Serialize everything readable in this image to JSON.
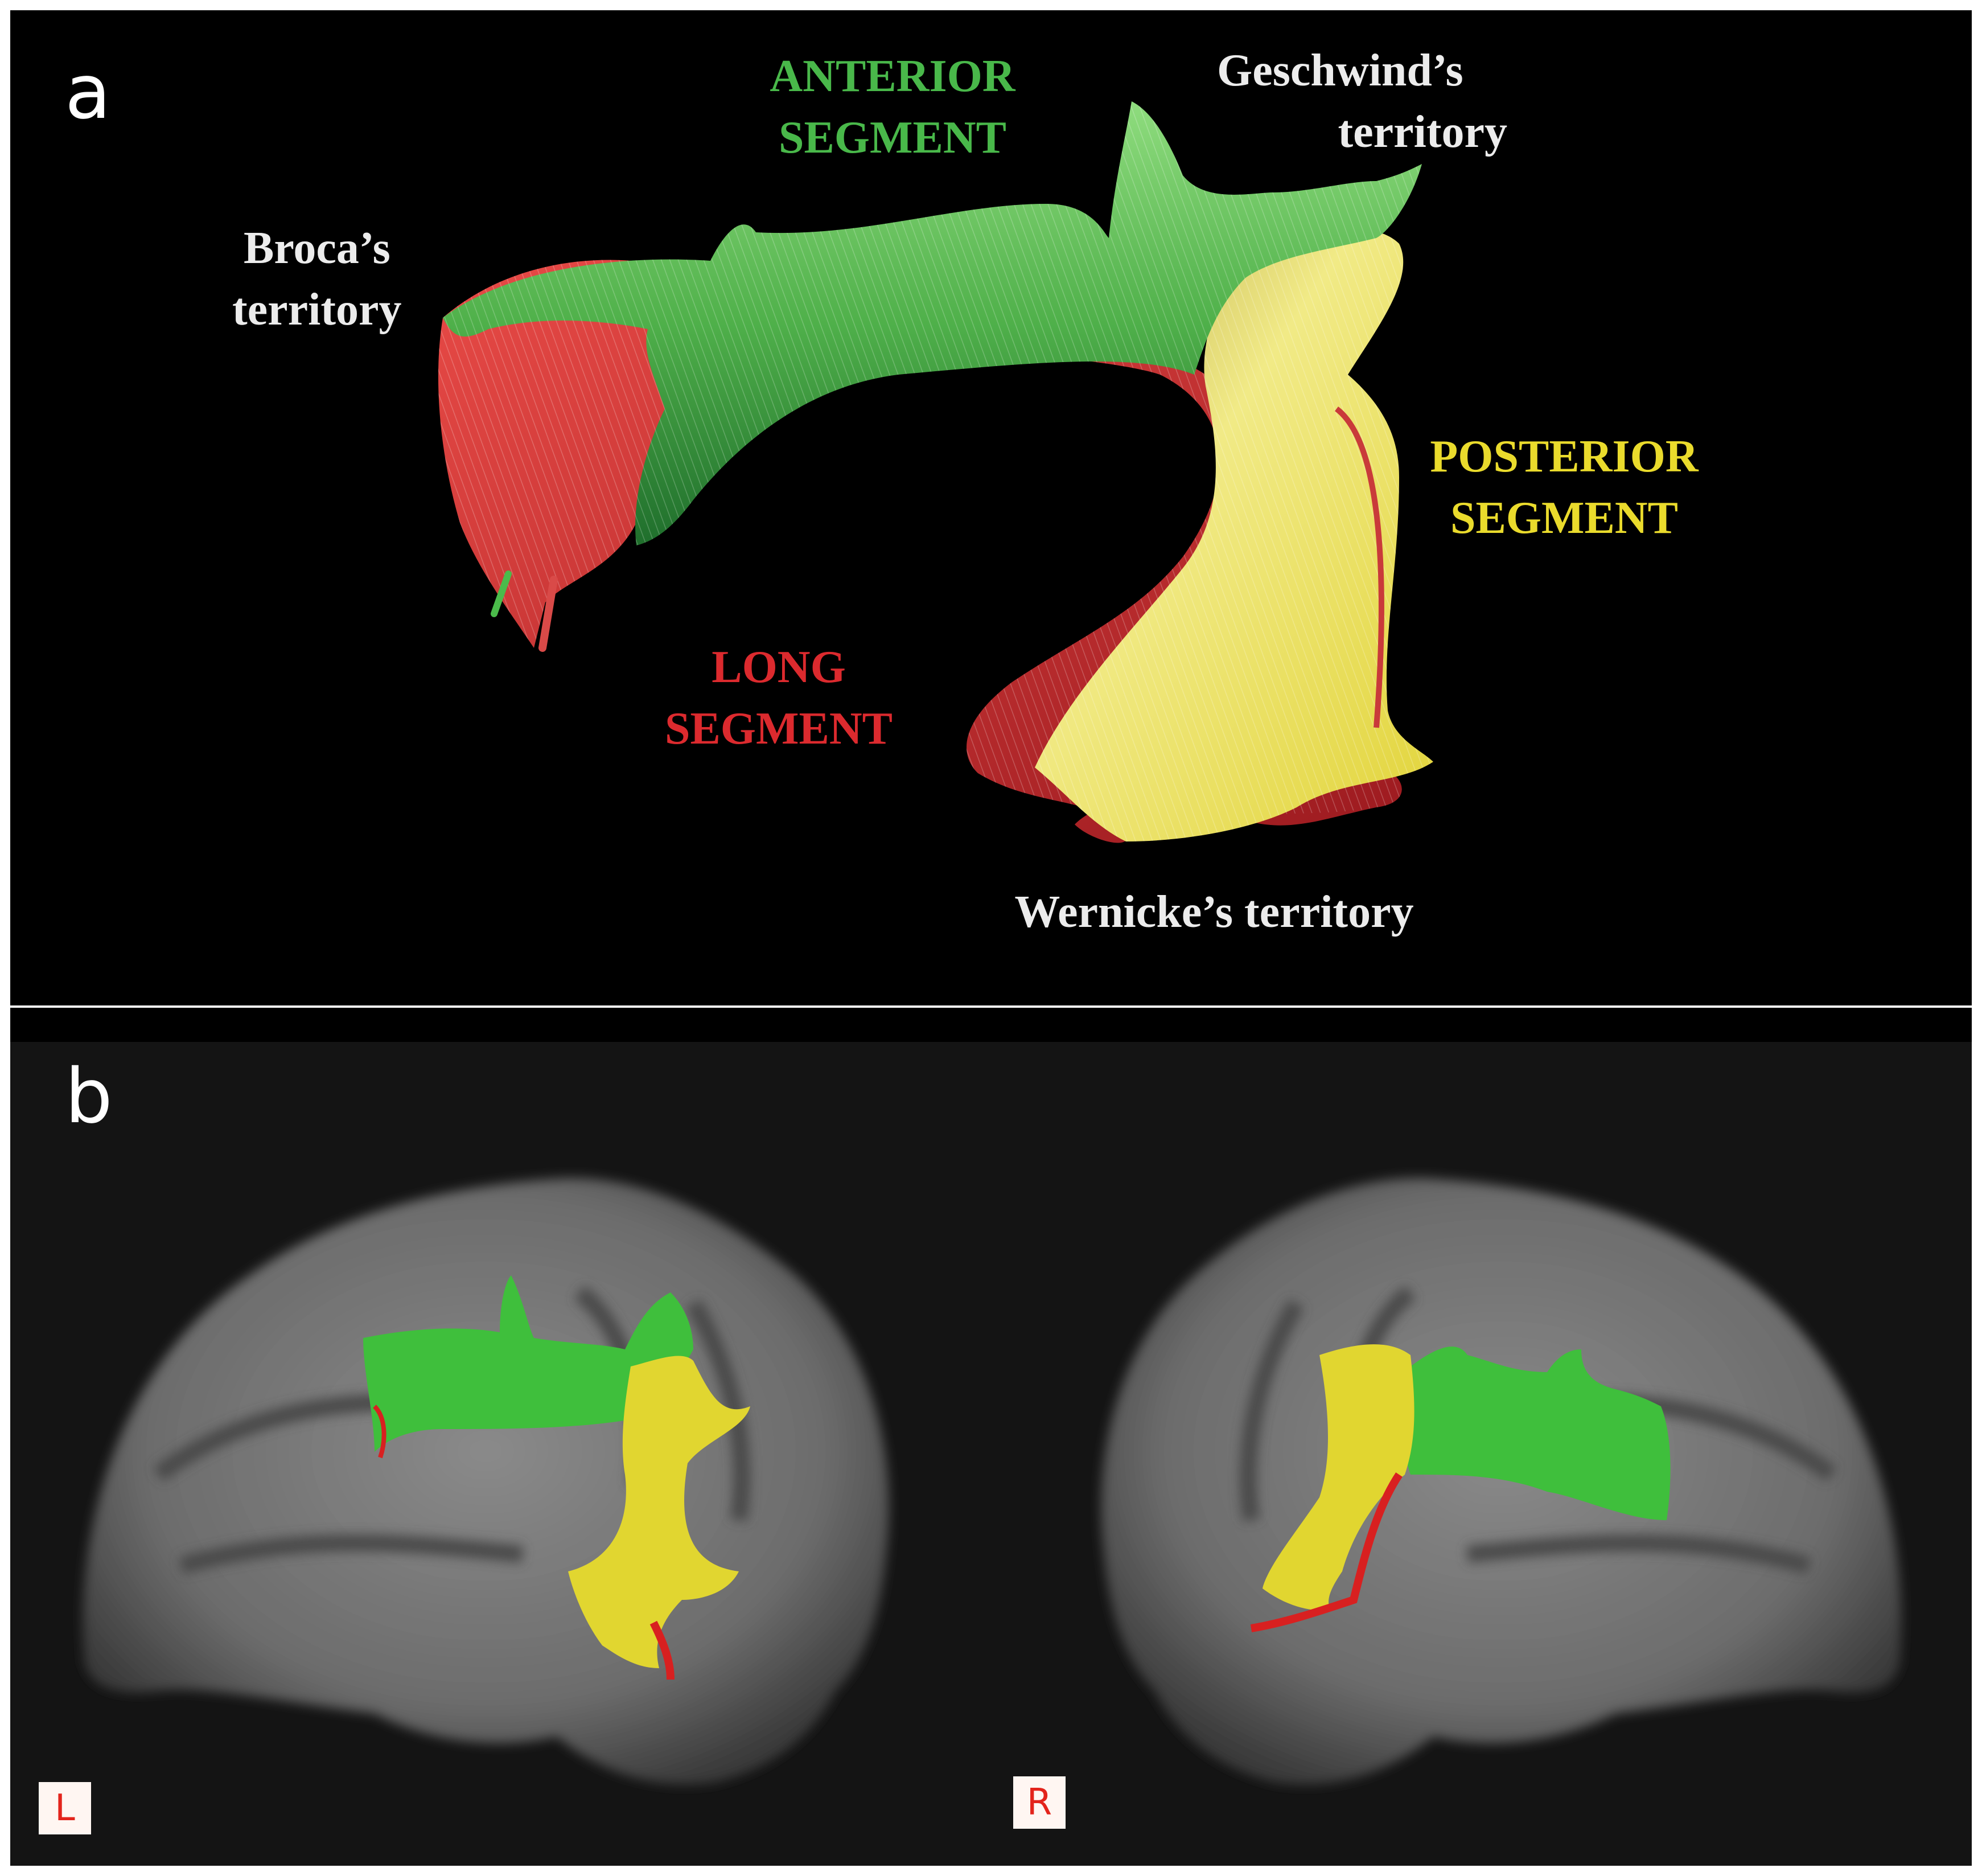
{
  "panel_a": {
    "letter": "a",
    "labels": {
      "anterior_segment": [
        "ANTERIOR",
        "SEGMENT"
      ],
      "geschwind": [
        "Geschwind’s",
        "territory"
      ],
      "broca": [
        "Broca’s",
        "territory"
      ],
      "posterior_segment": [
        "POSTERIOR",
        "SEGMENT"
      ],
      "long_segment": [
        "LONG",
        "SEGMENT"
      ],
      "wernicke": "Wernicke’s territory"
    },
    "colors": {
      "anterior": "#3fae45",
      "posterior": "#e3d43a",
      "long": "#d42a2e"
    }
  },
  "panel_b": {
    "letter": "b",
    "left_hemisphere_label": "L",
    "right_hemisphere_label": "R"
  }
}
